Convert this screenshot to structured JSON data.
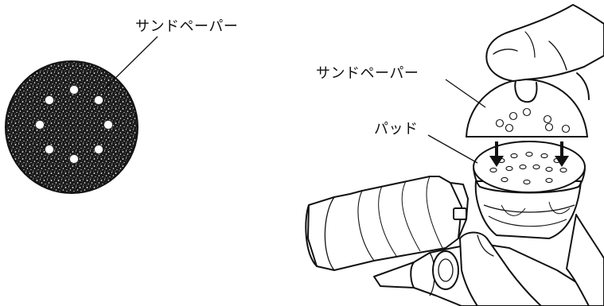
{
  "labels": {
    "sandpaper_left": "サンドペーパー",
    "sandpaper_right": "サンドペーパー",
    "pad": "パッド"
  }
}
